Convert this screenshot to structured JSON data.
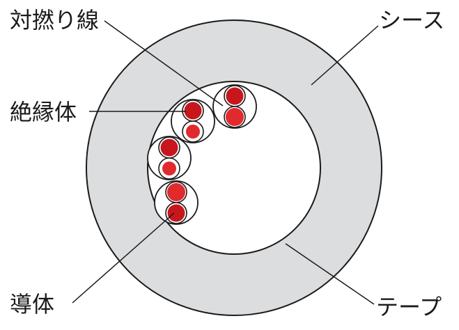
{
  "labels": {
    "twisted_pair": "対撚り線",
    "sheath": "シース",
    "insulator": "絶縁体",
    "conductor": "導体",
    "tape": "テープ"
  },
  "colors": {
    "sheath_fill": "#dcdddf",
    "outline": "#1a1a1a",
    "conductor_dark": "#c8161d",
    "conductor_light": "#e12a2e",
    "background": "#ffffff"
  },
  "pairs": [
    {
      "name": "pair-1",
      "conductors": [
        "dark",
        "light"
      ]
    },
    {
      "name": "pair-2",
      "conductors": [
        "dark",
        "light"
      ]
    },
    {
      "name": "pair-3",
      "conductors": [
        "dark",
        "light"
      ]
    },
    {
      "name": "pair-4",
      "conductors": [
        "light",
        "dark"
      ]
    }
  ]
}
